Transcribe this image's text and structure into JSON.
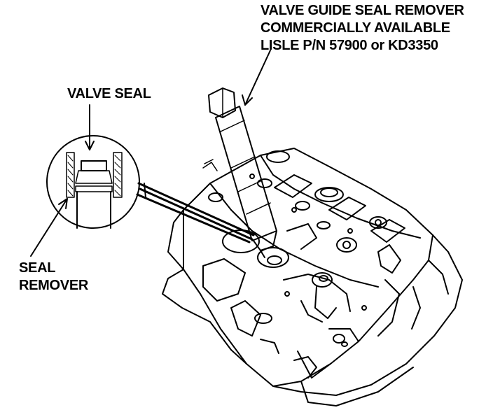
{
  "callouts": {
    "tool": {
      "line1": "VALVE GUIDE SEAL REMOVER",
      "line2": "COMMERCIALLY AVAILABLE",
      "line3": "LISLE P/N 57900 or KD3350"
    },
    "valve_seal": "VALVE SEAL",
    "seal_remover": {
      "line1": "SEAL",
      "line2": "REMOVER"
    }
  },
  "colors": {
    "ink": "#000000",
    "paper": "#ffffff"
  }
}
